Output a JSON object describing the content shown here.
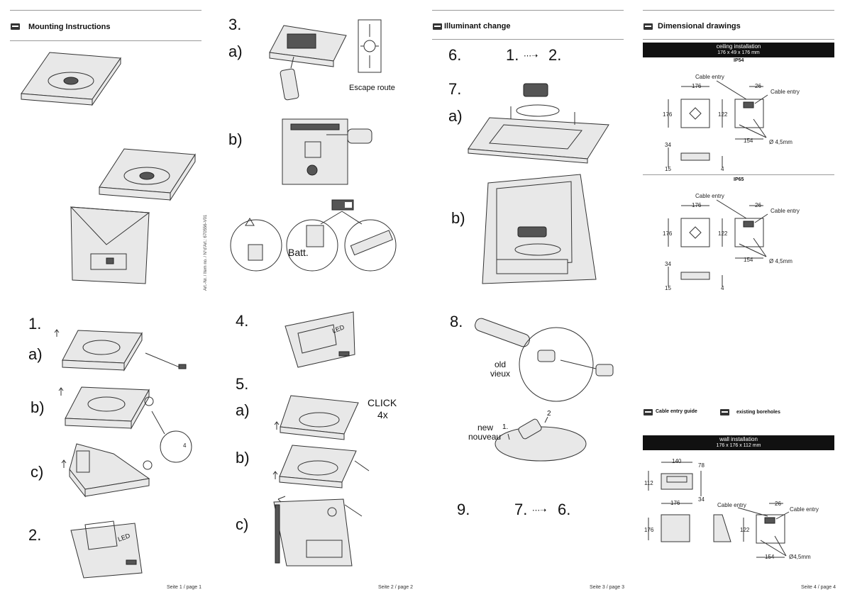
{
  "page1": {
    "header": "Mounting Instructions",
    "steps": {
      "s1": "1.",
      "a": "a)",
      "b": "b)",
      "c": "c)",
      "s2": "2."
    },
    "badge_led": "LED",
    "dim": "4",
    "footer": "Seite 1 / page 1",
    "article": "Art.-Nr. / Item no. / N°d'Art.: 670556-V01"
  },
  "page2": {
    "steps": {
      "s3": "3.",
      "a3": "a)",
      "b3": "b)",
      "s4": "4.",
      "s5": "5.",
      "a5": "a)",
      "b5": "b)",
      "c5": "c)"
    },
    "escape": "Escape route",
    "batt": "Batt.",
    "badge_led": "LED",
    "click": "CLICK",
    "click_count": "4x",
    "footer": "Seite 2 / page 2"
  },
  "page3": {
    "header": "Illuminant change",
    "s6": "6.",
    "seq1a": "1.",
    "seq1b": "2.",
    "s7": "7.",
    "a7": "a)",
    "b7": "b)",
    "s8": "8.",
    "old": "old",
    "vieux": "vieux",
    "new": "new",
    "nouveau": "nouveau",
    "n1": "1.",
    "n2": "2",
    "s9": "9.",
    "seq2a": "7.",
    "seq2b": "6.",
    "footer": "Seite 3 / page 3"
  },
  "page4": {
    "header": "Dimensional drawings",
    "ceiling_title": "ceiling installation",
    "ceiling_dims": "176 x 49 x 176 mm",
    "ip54": "IP54",
    "ip65": "IP65",
    "cable_entry": "Cable entry",
    "d176": "176",
    "d26": "26",
    "d122": "122",
    "d154": "154",
    "d34": "34",
    "d15": "15",
    "d4": "4",
    "hole": "Ø 4,5mm",
    "hole2": "Ø4,5mm",
    "legend_guide": "Cable entry guide",
    "legend_bore": "existing boreholes",
    "wall_title": "wall installation",
    "wall_dims": "176 x 176 x 112 mm",
    "d140": "140",
    "d78": "78",
    "d112": "112",
    "footer": "Seite 4 / page 4"
  }
}
